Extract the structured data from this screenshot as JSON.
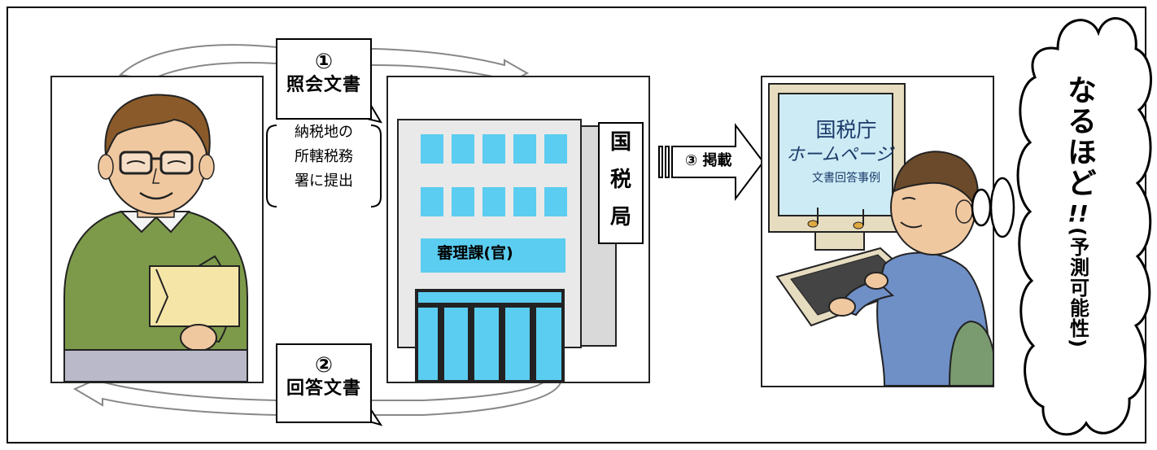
{
  "step1": {
    "number": "①",
    "label": "照会文書"
  },
  "note": {
    "lines": [
      "納税地の",
      "所轄税務",
      "署に提出"
    ]
  },
  "step2": {
    "number": "②",
    "label": "回答文書"
  },
  "building": {
    "sign_chars": [
      "国",
      "税",
      "局"
    ],
    "division": "審理課(官)"
  },
  "publish": {
    "label": "③ 掲載"
  },
  "screen": {
    "title": "国税庁",
    "subtitle": "ホームページ",
    "caption": "文書回答事例"
  },
  "thought_cloud": {
    "main": "なるほど",
    "exclaim": "!!",
    "sub": "(予測可能性)"
  },
  "colors": {
    "window_blue": "#5bcdf0",
    "sweater_green": "#7d9a4a",
    "envelope": "#f5e6a8",
    "skin": "#f0c8a0",
    "shirt_blue": "#6f8fc7"
  },
  "icons": [
    "person-illustration",
    "envelope-icon",
    "building-illustration",
    "computer-user-illustration",
    "keyboard-icon",
    "music-note-icon"
  ]
}
